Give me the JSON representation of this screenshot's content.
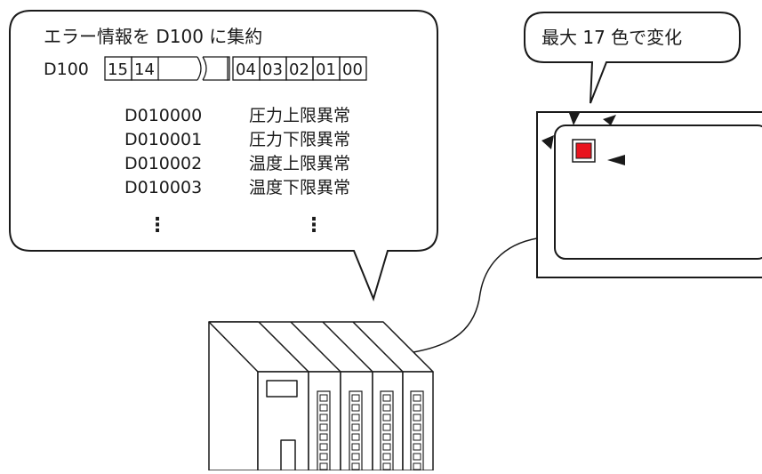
{
  "left_callout": {
    "title": "エラー情報を D100 に集約",
    "register_label": "D100",
    "bits_high": [
      "15",
      "14"
    ],
    "bits_low": [
      "04",
      "03",
      "02",
      "01",
      "00"
    ],
    "errors": [
      {
        "code": "D010000",
        "description": "圧力上限異常"
      },
      {
        "code": "D010001",
        "description": "圧力下限異常"
      },
      {
        "code": "D010002",
        "description": "温度上限異常"
      },
      {
        "code": "D010003",
        "description": "温度下限異常"
      }
    ],
    "continuation_mark": "⋮"
  },
  "right_callout": {
    "title": "最大 17 色で変化"
  },
  "colors": {
    "lamp_fill": "#e8141e",
    "line": "#1a1a1a",
    "background": "#ffffff"
  }
}
